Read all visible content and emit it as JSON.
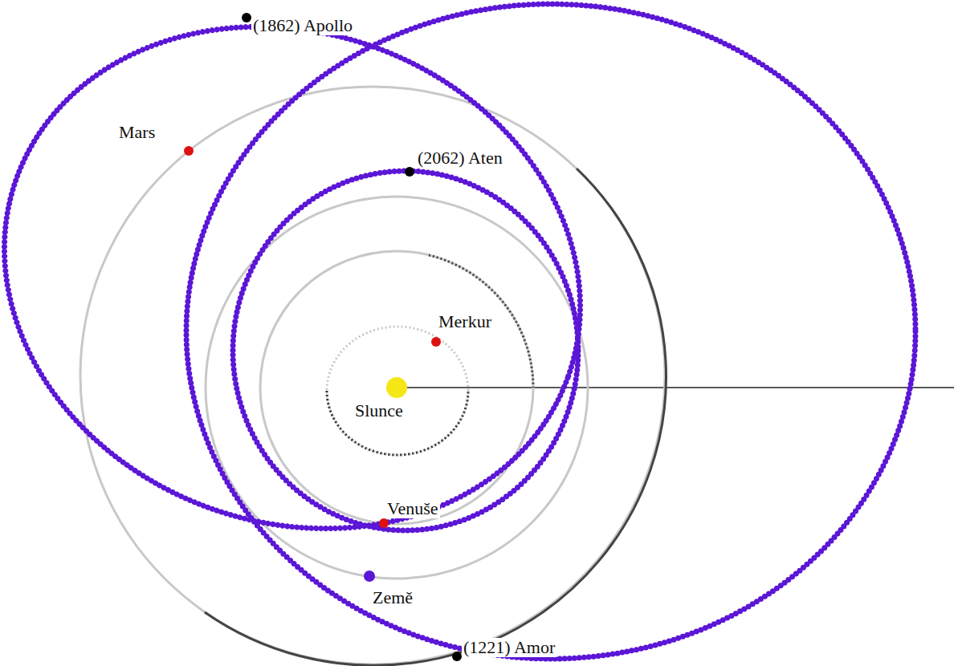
{
  "diagram": {
    "labels": [
      "(1862) Apollo",
      "Mars",
      "(2062) Aten",
      "Merkur",
      "Slunce",
      "Venuše",
      "Země",
      "(1221) Amor"
    ]
  }
}
